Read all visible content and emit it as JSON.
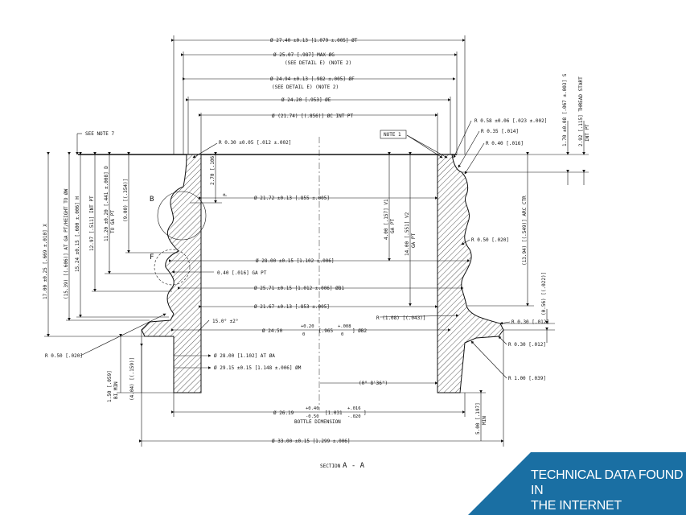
{
  "dimensions": {
    "d_t": "Ø 27.40 ±0.13 [1.079 ±.005] ØT",
    "d_g": "Ø 25.07 [.987] MAX ØG",
    "d_g_note": "(SEE DETAIL E) (NOTE 2)",
    "d_f": "Ø 24.94 ±0.13 [.982 ±.005] ØF",
    "d_f_note": "(SEE DETAIL E) (NOTE 2)",
    "d_e": "Ø 24.20 [.953] ØE",
    "d_c": "Ø (21.74) [(.856)] ØC INT PT",
    "d_inner": "Ø 21.72 ±0.13 [.855 ±.005]",
    "d_28": "Ø 28.00 ±0.15 [1.102 ±.006]",
    "d_ga": "0.40 [.016] GA PT",
    "d_b1": "Ø 25.71 ±0.15 [1.012 ±.006] ØB1",
    "d_2167": "Ø 21.67 ±0.13 [.853 ±.005]",
    "d_b2_a": "Ø 24.50",
    "d_b2_tol_up": "+0.20",
    "d_b2_tol_lo": "0",
    "d_b2_b": "[.965",
    "d_b2_in_up": "+.008",
    "d_b2_in_lo": "0",
    "d_b2_c": "] ØB2",
    "d_a": "Ø 28.00 [1.102] AT ØA",
    "d_m": "Ø 29.15 ±0.15 [1.148 ±.006] ØM",
    "angle_small": "(0° 8'36\")",
    "d_bottle_a": "Ø 26.19",
    "d_bottle_up": "+0.40",
    "d_bottle_lo": "-0.50",
    "d_bottle_b": "[1.031",
    "d_bottle_in_up": "+.016",
    "d_bottle_in_lo": "-.020",
    "d_bottle_c": "]",
    "bottle_dim": "BOTTLE DIMENSION",
    "d_33": "Ø 33.00 ±0.15 [1.299 ±.006]",
    "section_word": "SECTION",
    "section_letters": "A - A",
    "see_note7": "SEE NOTE 7",
    "note1": "NOTE 1",
    "r030": "R 0.30 ±0.05 [.012 ±.002]",
    "r058": "R 0.58 ±0.06 [.023 ±.002]",
    "r035": "R 0.35 [.014]",
    "r040": "R 0.40 [.016]",
    "r050_right": "R 0.50 [.020]",
    "r050_left": "R 0.50 [.020]",
    "r108": "R (1.08) [(.043)]",
    "r030_a": "R 0.30 [.012]",
    "r030_b": "R 0.30 [.012]",
    "r100": "R 1.00 [.039]",
    "angle15": "15.0° ±2°",
    "label_b": "B",
    "label_f": "F",
    "v_x": "17.00 ±0.25 [.669 ±.010] X",
    "v_w": "(15.39) [(.606)] AT GA PT/HEIGHT TO ØW",
    "v_h": "15.24 ±0.15 [.600 ±.006] H",
    "v_1297": "12.97 [.511] INT PT",
    "v_d": "11.20 ±0.20 [.441 ±.008] D",
    "v_d2": "TO GA PT",
    "v_900": "(9.00) [(.354)]",
    "v_p": "2.70 [.106]",
    "v_p2": "P",
    "v_v1": "4.00 [.157] V1",
    "v_v1b": "GA PT",
    "v_v2": "14.00 [.551] V2",
    "v_v2b": "GA PT",
    "v_arc": "(13.94) [(.549)] ARC CTR",
    "v_s": "1.70 ±0.08 [.067 ±.003] S",
    "v_thread": "2.92 [.115] THREAD START",
    "v_thread2": "INT PT",
    "v_056": "(0.56) [(.022)]",
    "v_150": "1.50 [.059]",
    "v_150b": "BI MIN",
    "v_404": "(4.04) [(.159)]",
    "v_500": "5.00 [.197]",
    "v_500b": "MIN",
    "banner_line1": "TECHNICAL DATA FOUND IN",
    "banner_line2": "THE INTERNET",
    "colors": {
      "banner": "#1a6fa3",
      "ink": "#111111",
      "background": "#ffffff"
    }
  }
}
